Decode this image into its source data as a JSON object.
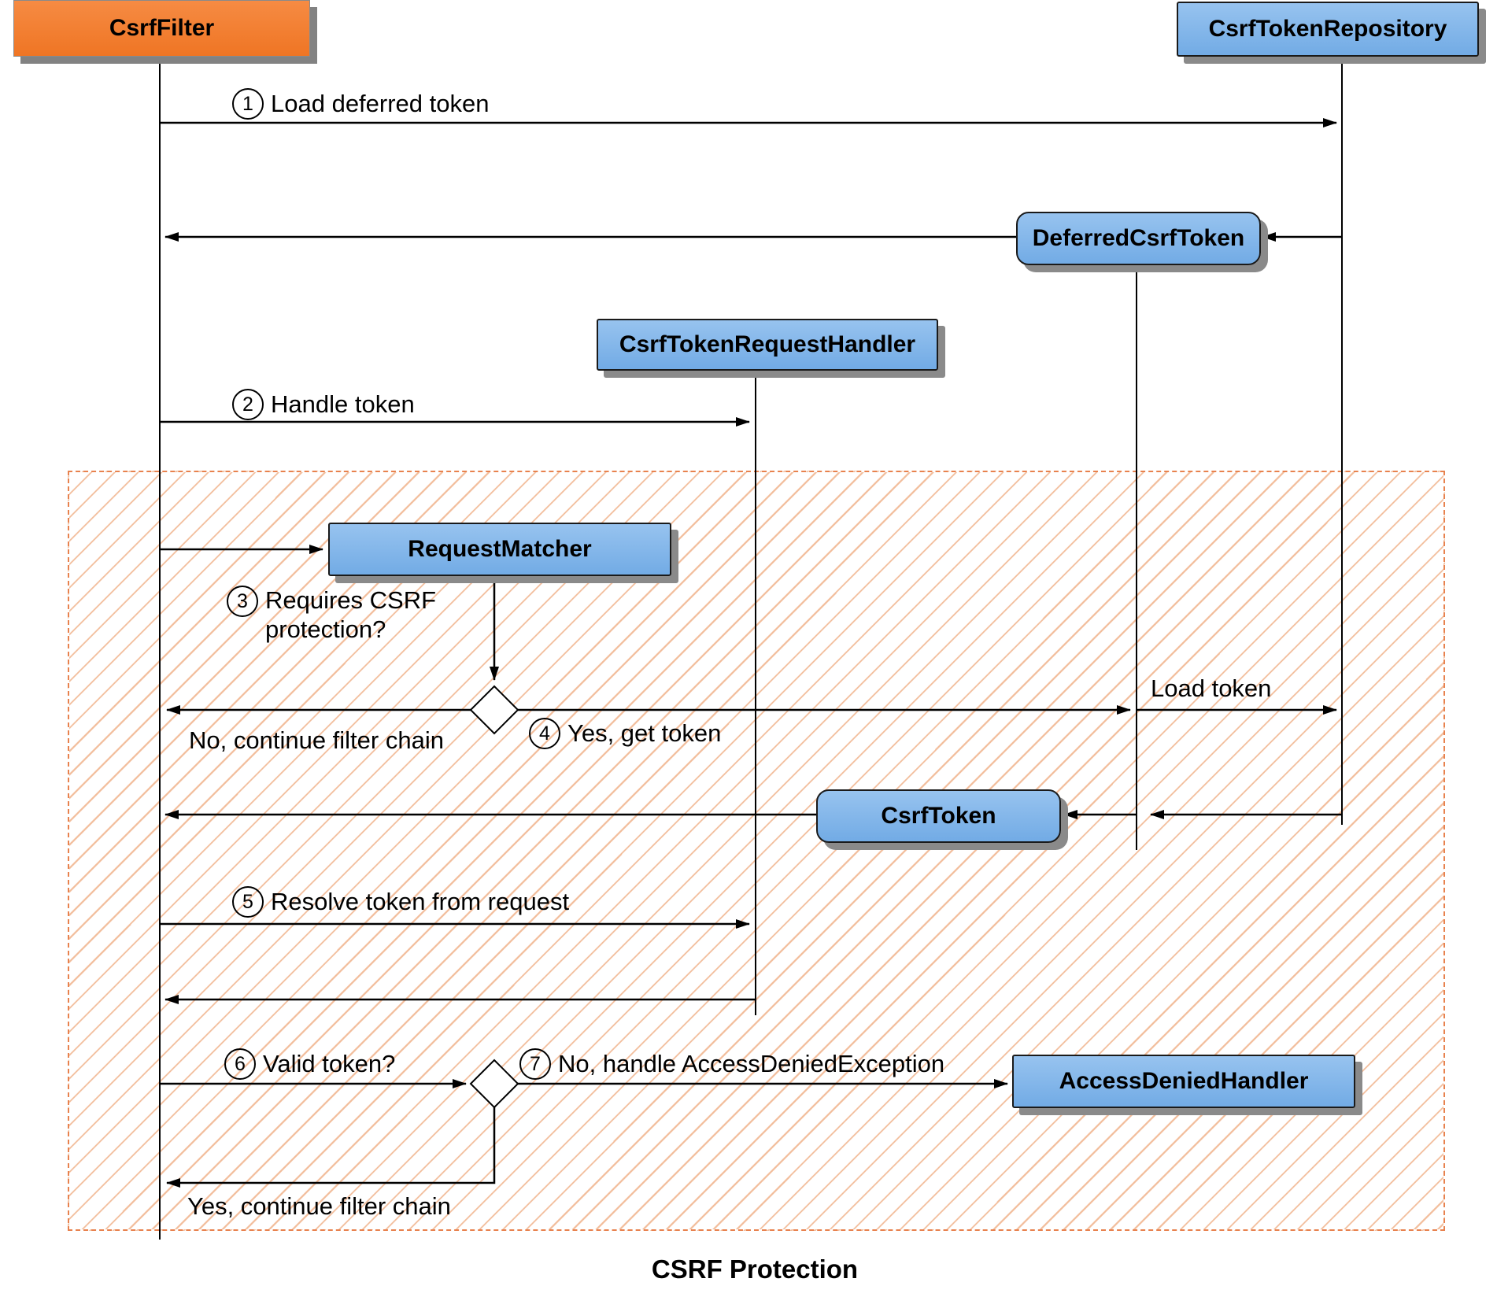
{
  "diagram": {
    "caption": "CSRF Protection",
    "nodes": {
      "csrf_filter": {
        "label": "CsrfFilter"
      },
      "csrf_token_repository": {
        "label": "CsrfTokenRepository"
      },
      "deferred_csrf_token": {
        "label": "DeferredCsrfToken"
      },
      "csrf_token_request_handler": {
        "label": "CsrfTokenRequestHandler"
      },
      "request_matcher": {
        "label": "RequestMatcher"
      },
      "csrf_token": {
        "label": "CsrfToken"
      },
      "access_denied_handler": {
        "label": "AccessDeniedHandler"
      }
    },
    "messages": {
      "m1": {
        "num": "1",
        "label": "Load deferred token"
      },
      "m2": {
        "num": "2",
        "label": "Handle token"
      },
      "m3": {
        "num": "3",
        "label": "Requires CSRF protection?"
      },
      "m4": {
        "num": "4",
        "label": "Yes, get token"
      },
      "m5": {
        "num": "5",
        "label": "Resolve token from request"
      },
      "m6": {
        "num": "6",
        "label": "Valid token?"
      },
      "m7": {
        "num": "7",
        "label": "No, handle AccessDeniedException"
      },
      "no_continue_filter_chain": "No, continue filter chain",
      "load_token": "Load token",
      "yes_continue_filter_chain": "Yes, continue filter chain"
    },
    "colors": {
      "actor_orange": "#EF7524",
      "node_blue": "#7EB6EA",
      "hatch_line": "#F2BD9B",
      "hatch_border": "#E8824E",
      "shadow_gray": "#8A8A8A"
    }
  }
}
